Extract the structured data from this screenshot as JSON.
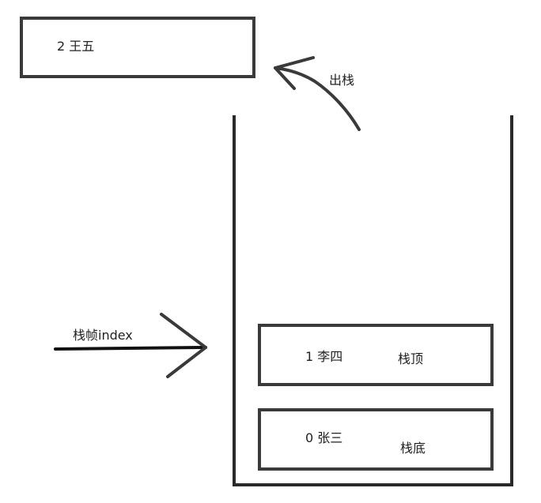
{
  "popped": {
    "label": "2 王五"
  },
  "pop_arrow": {
    "label": "出栈"
  },
  "frame_pointer": {
    "label": "栈帧index"
  },
  "stack": {
    "items": [
      {
        "label": "1 李四",
        "tag": "栈顶"
      },
      {
        "label": "0 张三",
        "tag": "栈底"
      }
    ]
  },
  "colors": {
    "stroke": "#3a3a3a",
    "pointer_stroke": "#111111",
    "text": "#222222"
  }
}
